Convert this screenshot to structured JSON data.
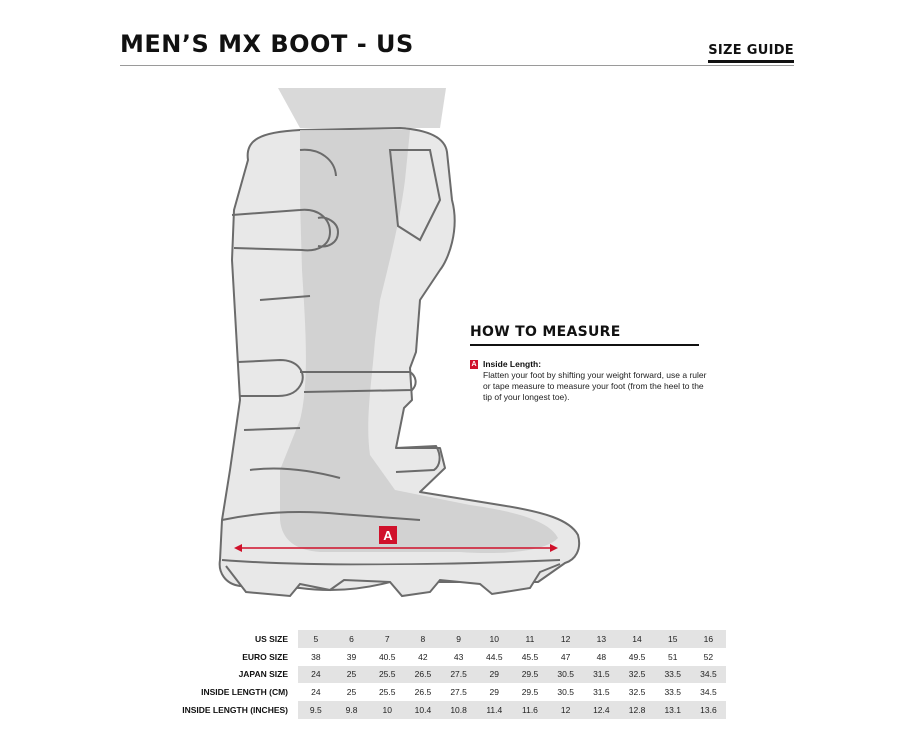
{
  "header": {
    "title": "MEN’S MX BOOT - US",
    "size_guide_label": "SIZE GUIDE"
  },
  "diagram": {
    "marker_label": "A"
  },
  "how_to_measure": {
    "heading": "HOW TO MEASURE",
    "items": [
      {
        "badge": "A",
        "label": "Inside Length:",
        "description": "Flatten your foot by shifting your weight forward, use a ruler or tape measure to measure your foot (from the heel to the tip of your longest toe)."
      }
    ]
  },
  "size_table": {
    "rows": [
      {
        "label": "US SIZE",
        "values": [
          "5",
          "6",
          "7",
          "8",
          "9",
          "10",
          "11",
          "12",
          "13",
          "14",
          "15",
          "16"
        ]
      },
      {
        "label": "EURO SIZE",
        "values": [
          "38",
          "39",
          "40.5",
          "42",
          "43",
          "44.5",
          "45.5",
          "47",
          "48",
          "49.5",
          "51",
          "52"
        ]
      },
      {
        "label": "JAPAN SIZE",
        "values": [
          "24",
          "25",
          "25.5",
          "26.5",
          "27.5",
          "29",
          "29.5",
          "30.5",
          "31.5",
          "32.5",
          "33.5",
          "34.5"
        ]
      },
      {
        "label": "INSIDE LENGTH (CM)",
        "values": [
          "24",
          "25",
          "25.5",
          "26.5",
          "27.5",
          "29",
          "29.5",
          "30.5",
          "31.5",
          "32.5",
          "33.5",
          "34.5"
        ]
      },
      {
        "label": "INSIDE LENGTH (INCHES)",
        "values": [
          "9.5",
          "9.8",
          "10",
          "10.4",
          "10.8",
          "11.4",
          "11.6",
          "12",
          "12.4",
          "12.8",
          "13.1",
          "13.6"
        ]
      }
    ]
  },
  "colors": {
    "accent_red": "#d0112b",
    "table_stripe": "#e3e3e3",
    "boot_fill": "#d6d6d6"
  }
}
